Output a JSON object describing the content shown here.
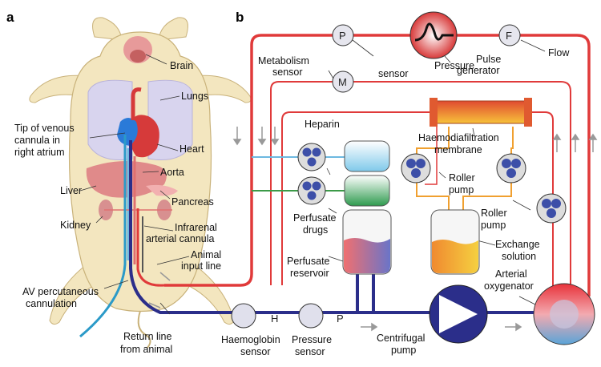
{
  "panels": {
    "a": "a",
    "b": "b"
  },
  "anatomy": {
    "brain": "Brain",
    "lungs": "Lungs",
    "venous_cannula": [
      "Tip of venous",
      "cannula in",
      "right atrium"
    ],
    "heart": "Heart",
    "aorta": "Aorta",
    "liver": "Liver",
    "pancreas": "Pancreas",
    "kidney": "Kidney",
    "infrarenal": [
      "Infrarenal",
      "arterial cannula"
    ],
    "animal_input": [
      "Animal",
      "input line"
    ],
    "av_cannulation": [
      "AV percutaneous",
      "cannulation"
    ],
    "return_line": [
      "Return line",
      "from animal"
    ]
  },
  "circuit": {
    "sensor_p": "P",
    "sensor_f": "F",
    "sensor_m": "M",
    "metabolism_sensor": [
      "Metabolism",
      "sensor"
    ],
    "sensor_word": "sensor",
    "pressure_word": "Pressure",
    "pulse_generator": [
      "Pulse",
      "generator"
    ],
    "flow": "Flow",
    "heparin": "Heparin",
    "haemodiafiltration": [
      "Haemodiafiltration",
      "membrane"
    ],
    "roller_pump_left": [
      "Roller",
      "pump"
    ],
    "roller_pump_right": [
      "Roller",
      "pump"
    ],
    "perfusate_drugs": [
      "Perfusate",
      "drugs"
    ],
    "exchange_solution": [
      "Exchange",
      "solution"
    ],
    "perfusate_reservoir": [
      "Perfusate",
      "reservoir"
    ],
    "arterial_oxygenator": [
      "Arterial",
      "oxygenator"
    ],
    "h_marker": "H",
    "p_marker": "P",
    "haemoglobin_sensor": [
      "Haemoglobin",
      "sensor"
    ],
    "pressure_sensor": [
      "Pressure",
      "sensor"
    ],
    "centrifugal_pump": [
      "Centrifugal",
      "pump"
    ]
  },
  "colors": {
    "arterial_red": "#e03a3a",
    "venous_blue": "#2b2e8a",
    "cyan_line": "#6cb8e0",
    "green_line": "#3c9a48",
    "orange_line": "#f0a030",
    "pig_body": "#f3e6bf",
    "pig_outline": "#c9b27a"
  }
}
